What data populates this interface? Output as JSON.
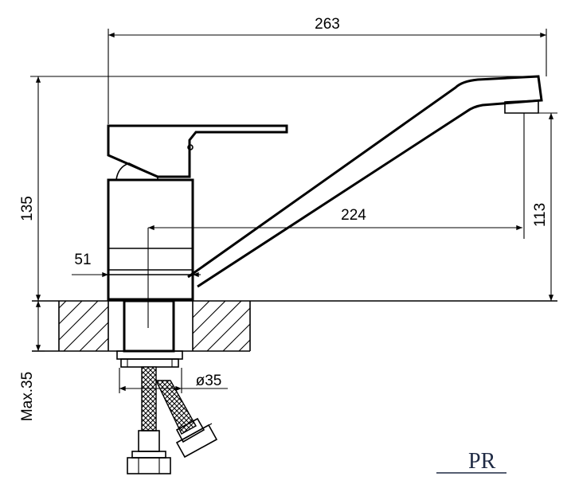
{
  "dimensions": {
    "overall_reach": "263",
    "total_height": "135",
    "spout_reach": "224",
    "spout_height": "113",
    "base_diameter": "51",
    "thread_diameter": "ø35",
    "max_mount_thickness": "Max.35"
  },
  "logo": {
    "text": "PR"
  },
  "colors": {
    "line": "#000000",
    "background": "#ffffff",
    "logo": "#1f2a44"
  }
}
